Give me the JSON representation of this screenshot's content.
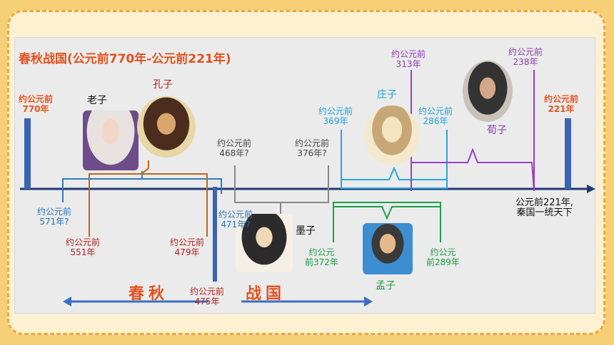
{
  "title": "春秋战国(公元前770年-公元前221年)",
  "start": {
    "l1": "约公元前",
    "l2": "770年"
  },
  "end": {
    "l1": "约公元前",
    "l2": "221年"
  },
  "laozi": {
    "name": "老子",
    "l1": "约公元前",
    "l2": "571年?"
  },
  "kongzi": {
    "name": "孔子",
    "s1": "约公元前",
    "s2": "551年",
    "e1": "约公元前",
    "e2": "479年"
  },
  "mozi": {
    "name": "墨子",
    "s1": "约公元前",
    "s2": "468年?",
    "e1": "约公元前",
    "e2": "376年?",
    "end1": "约公元前",
    "end2": "471年?"
  },
  "zhuangzi": {
    "name": "庄子",
    "s1": "约公元前",
    "s2": "369年",
    "e1": "约公元前",
    "e2": "286年"
  },
  "xunzi": {
    "name": "荀子",
    "s1": "约公元前",
    "s2": "313年",
    "e1": "约公元前",
    "e2": "238年"
  },
  "mengzi": {
    "name": "孟子",
    "s1": "约公元",
    "s2": "前372年",
    "e1": "约公元",
    "e2": "前289年"
  },
  "divider": {
    "l1": "约公元前",
    "l2": "475年"
  },
  "unify": {
    "l1": "公元前221年,",
    "l2": "秦国一统天下"
  },
  "periods": {
    "chunqiu": "春秋",
    "zhanguo": "战国"
  }
}
